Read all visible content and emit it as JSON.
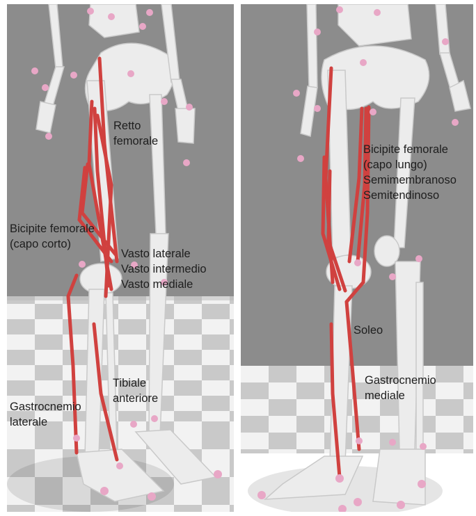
{
  "colors": {
    "background": "#8c8c8c",
    "floor_light": "#f2f2f2",
    "floor_dark": "#c8c8c8",
    "bone": "#ececec",
    "bone_shadow": "#cfcfcf",
    "muscle": "#d0413f",
    "marker": "#e8a7c6",
    "text": "#1e1e1e"
  },
  "left_view": {
    "labels": {
      "rectus_femoris": "Retto\nfemorale",
      "biceps_short_head": "Bicipite femorale\n(capo corto)",
      "vasti": "Vasto laterale\nVasto intermedio\nVasto mediale",
      "tibialis_anterior": "Tibiale\nanteriore",
      "gastrocnemius_lateral": "Gastrocnemio\nlaterale"
    }
  },
  "right_view": {
    "labels": {
      "hamstrings": "Bicipite femorale\n(capo lungo)\nSemimembranoso\nSemitendinoso",
      "soleus": "Soleo",
      "gastrocnemius_medial": "Gastrocnemio\nmediale"
    }
  }
}
